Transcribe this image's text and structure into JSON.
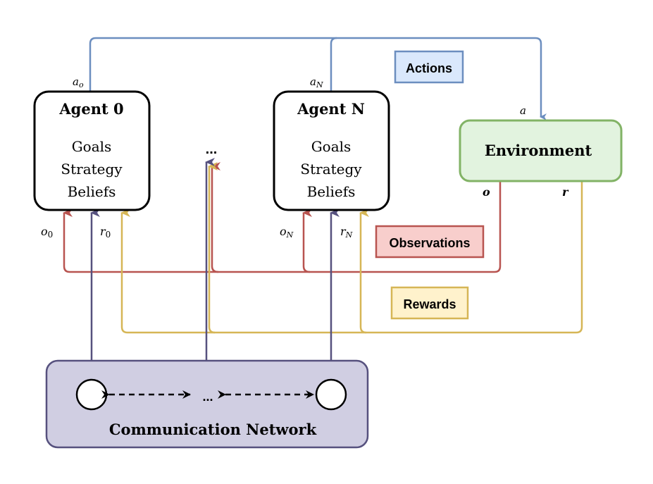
{
  "agents": [
    {
      "title": "Agent 0",
      "lines": [
        "Goals",
        "Strategy",
        "Beliefs"
      ],
      "action_label": "a",
      "action_sub": "o",
      "obs_label": "o",
      "obs_sub": "0",
      "reward_label": "r",
      "reward_sub": "0"
    },
    {
      "title": "Agent N",
      "lines": [
        "Goals",
        "Strategy",
        "Beliefs"
      ],
      "action_label": "a",
      "action_sub": "N",
      "obs_label": "o",
      "obs_sub": "N",
      "reward_label": "r",
      "reward_sub": "N"
    }
  ],
  "ellipsis": "...",
  "environment": {
    "title": "Environment",
    "input_label": "a",
    "obs_label": "o",
    "reward_label": "r"
  },
  "legend": {
    "actions": "Actions",
    "observations": "Observations",
    "rewards": "Rewards"
  },
  "network": {
    "title": "Communication Network",
    "ellipsis": "..."
  },
  "colors": {
    "actions": "#6c8ebf",
    "actions_fill": "#dae8fc",
    "observations": "#b85450",
    "observations_fill": "#f8cecc",
    "rewards": "#d6b656",
    "rewards_fill": "#fff2cc",
    "communication": "#56517e",
    "network_fill": "#d0cee2",
    "environment_stroke": "#82b366",
    "environment_fill": "#d5e8d4"
  }
}
